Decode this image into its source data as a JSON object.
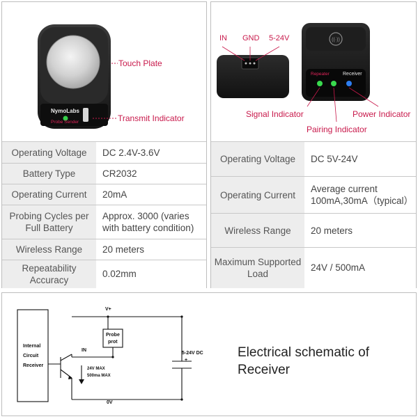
{
  "transmitter": {
    "brand": "NymoLabs",
    "sublabel": "Probe Sender",
    "annotations": {
      "touch_plate": "Touch Plate",
      "transmit_indicator": "Transmit Indicator"
    },
    "specs": [
      {
        "label": "Operating Voltage",
        "value": "DC 2.4V-3.6V"
      },
      {
        "label": "Battery Type",
        "value": "CR2032"
      },
      {
        "label": "Operating Current",
        "value": "20mA"
      },
      {
        "label": "Probing Cycles per Full Battery",
        "value": "Approx. 3000 (varies with battery condition)"
      },
      {
        "label": "Wireless Range",
        "value": "20 meters"
      },
      {
        "label": "Repeatability Accuracy",
        "value": "0.02mm"
      }
    ]
  },
  "receiver": {
    "pins": {
      "in": "IN",
      "gnd": "GND",
      "voltage": "5-24V"
    },
    "panel_labels": {
      "left": "Repeater",
      "right": "Receiver"
    },
    "annotations": {
      "signal": "Signal Indicator",
      "pairing": "Pairing Indicator",
      "power": "Power Indicator"
    },
    "specs": [
      {
        "label": "Operating Voltage",
        "value": "DC 5V-24V"
      },
      {
        "label": "Operating Current",
        "value": "Average current 100mA,30mA（typical）"
      },
      {
        "label": "Wireless Range",
        "value": "20 meters"
      },
      {
        "label": "Maximum Supported Load",
        "value": "24V / 500mA"
      }
    ]
  },
  "schematic": {
    "title": "Electrical schematic of Receiver",
    "labels": {
      "vplus": "V+",
      "zero_v": "0V",
      "in": "IN",
      "supply": "5-24V DC",
      "plus": "+",
      "probe": "Probe",
      "prot": "prot",
      "load1": "24V MAX",
      "load2": "500ma MAX",
      "box1": "Internal",
      "box2": "Circuit",
      "box3": "Receiver"
    }
  }
}
